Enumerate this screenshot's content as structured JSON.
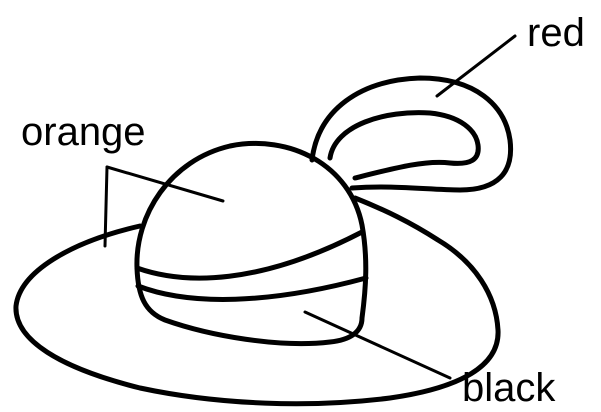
{
  "labels": {
    "feather": "red",
    "hat": "orange",
    "band": "black"
  },
  "colors": {
    "line": "#000000",
    "background": "#ffffff"
  }
}
